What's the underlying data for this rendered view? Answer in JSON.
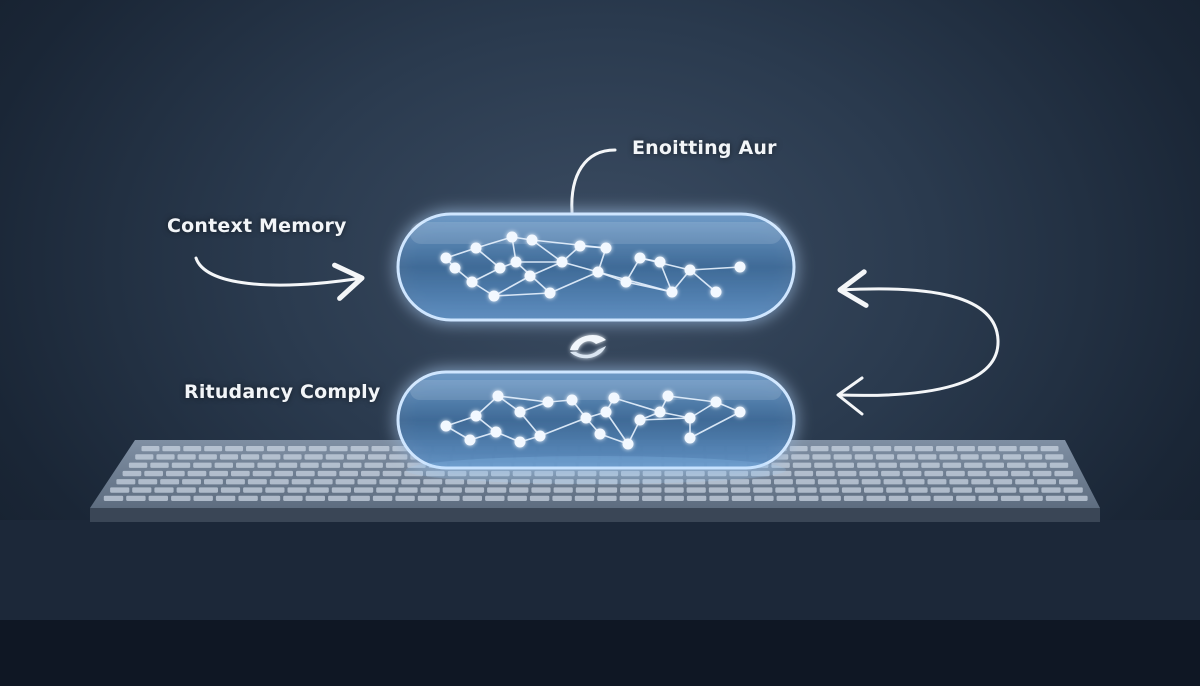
{
  "labels": {
    "top": "Enoitting Aur",
    "left_top": "Context Memory",
    "left_bottom": "Ritudancy Comply"
  },
  "colors": {
    "background": "#1f2c3d",
    "capsule_glow": "#8fc6ff",
    "node": "#eef6ff",
    "arrow": "#f4f6f8",
    "keyboard": "#b9c6d6"
  },
  "icons": {
    "top_capsule": "neural-network-icon",
    "bottom_capsule": "neural-network-icon",
    "middle": "link-swirl-icon",
    "base": "keyboard-grid-icon"
  }
}
